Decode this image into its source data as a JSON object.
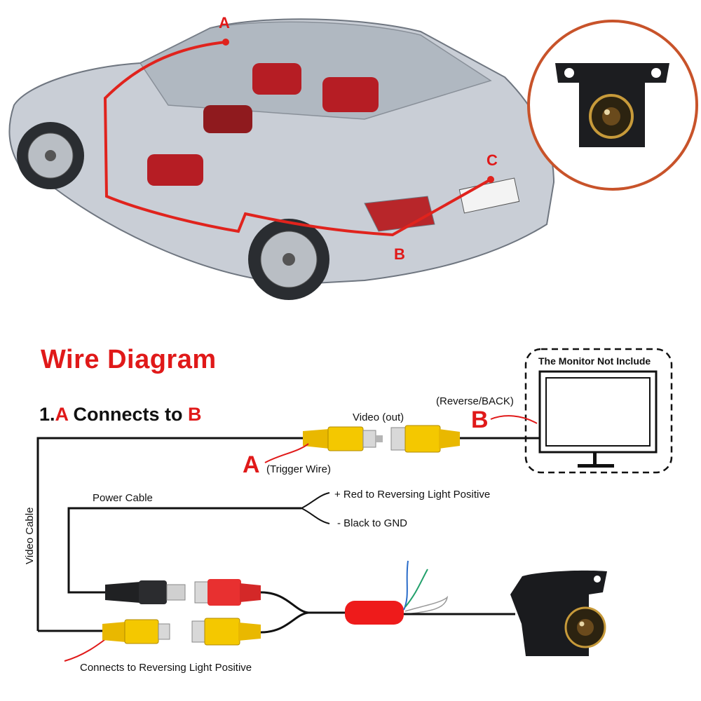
{
  "diagram": {
    "title": "Wire Diagram",
    "step": {
      "prefix": "1.",
      "a": "A",
      "middle": " Connects to ",
      "b": "B"
    },
    "car_labels": {
      "a": "A",
      "b": "B",
      "c": "C"
    },
    "monitor_label": "The Monitor Not Include",
    "labels": {
      "video_out": "Video (out)",
      "reverse_back": "(Reverse/BACK)",
      "b_marker": "B",
      "a_marker": "A",
      "trigger_wire": "(Trigger Wire)",
      "power_cable": "Power Cable",
      "red_positive": "+ Red to Reversing Light Positive",
      "black_gnd": "- Black to GND",
      "video_cable": "Video Cable",
      "connects_positive": "Connects to Reversing Light Positive"
    },
    "colors": {
      "accent_red": "#e01919",
      "rca_yellow": "#f2c200",
      "dc_red": "#e83030",
      "wire": "#111111"
    }
  }
}
